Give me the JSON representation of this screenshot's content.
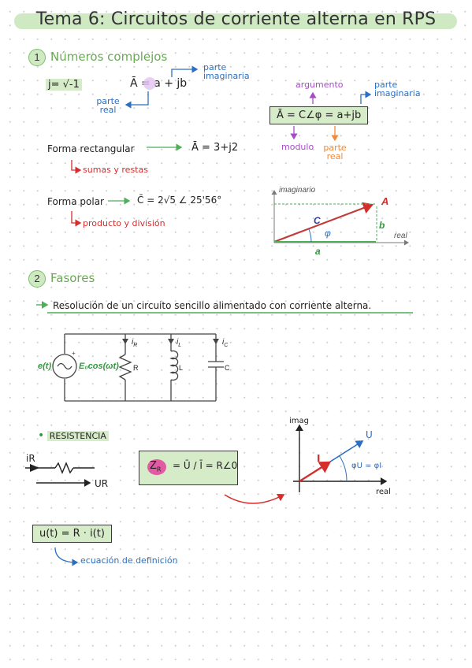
{
  "title": "Tema 6: Circuitos de corriente alterna en RPS",
  "section1": {
    "num": "1",
    "heading": "Números complejos",
    "j_def": "j= √-1",
    "A_expr": "Ā = a + jb",
    "parte_imaginaria": "parte imaginaria",
    "parte_real": "parte real",
    "argumento": "argumento",
    "parte_imaginaria_2": "parte imaginaria",
    "boxed_formula": "Ā = C∠φ = a+jb",
    "modulo": "modulo",
    "parte_real_2": "parte real",
    "rect_label": "Forma rectangular",
    "rect_value": "Ā = 3+j2",
    "rect_note": "sumas y restas",
    "polar_label": "Forma polar",
    "polar_value": "C̄ = 2√5 ∠ 25'56°",
    "polar_note": "producto y división",
    "diagram": {
      "imaginario": "imaginario",
      "real": "real",
      "A": "A",
      "C": "C",
      "b": "b",
      "a": "a",
      "phi": "φ"
    }
  },
  "section2": {
    "num": "2",
    "heading": "Fasores",
    "intro": "Resolución de un circuito sencillo alimentado con corriente alterna.",
    "circuit": {
      "source": "e(t)",
      "source_expr": "E₀cos(ωt)",
      "iR": "i",
      "iR_sub": "R",
      "iL": "i",
      "iL_sub": "L",
      "iC": "i",
      "iC_sub": "C",
      "R": "R",
      "L": "L",
      "C": "C"
    },
    "resistencia": "RESISTENCIA",
    "res_iR": "iR",
    "res_UR": "UR",
    "impedance": "Z",
    "impedance_sub": "R",
    "impedance_eq": "= Ū / Ī = R∠0",
    "phasor": {
      "imag": "imag",
      "real": "real",
      "U": "U",
      "I": "I",
      "angle": "φU = φI"
    },
    "u_eq": "u(t) = R · i(t)",
    "u_note": "ecuación de definición"
  }
}
